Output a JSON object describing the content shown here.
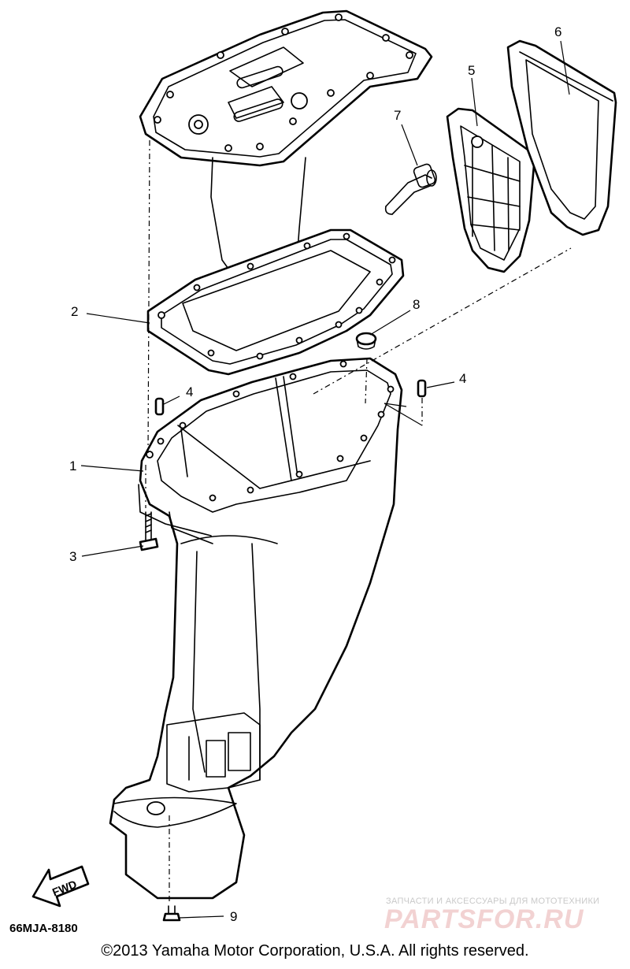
{
  "callouts": [
    "1",
    "2",
    "3",
    "4",
    "4",
    "5",
    "6",
    "7",
    "8",
    "9"
  ],
  "arrow_label": "FWD",
  "diagram_code": "66MJA-8180",
  "copyright": "©2013 Yamaha Motor Corporation, U.S.A. All rights reserved.",
  "watermark": {
    "tagline": "ЗАПЧАСТИ И АКСЕССУАРЫ ДЛЯ МОТОТЕХНИКИ",
    "logo": "PARTSFOR.RU"
  }
}
